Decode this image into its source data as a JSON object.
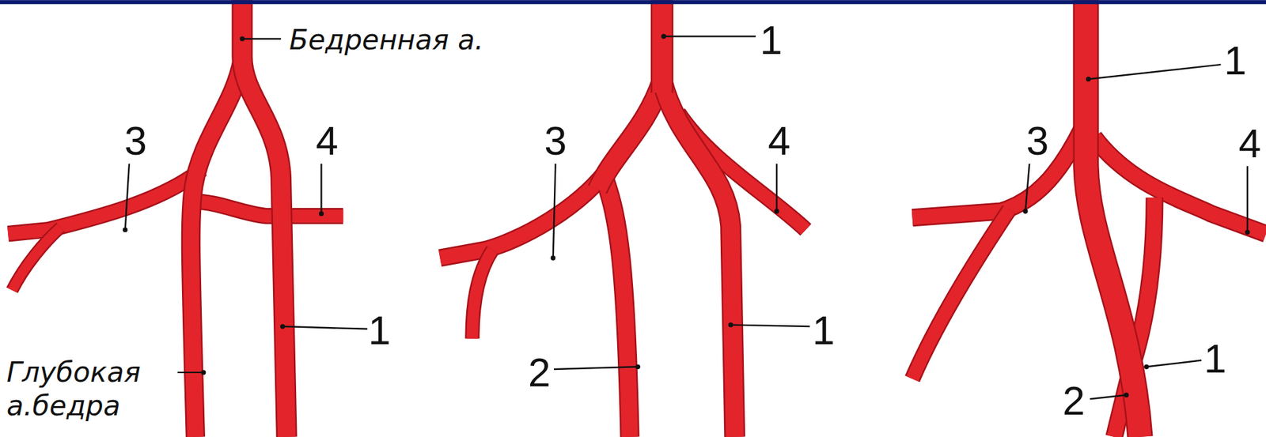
{
  "diagram": {
    "labels": [
      "Бедренная а.",
      "Глубокая а.бедра",
      "3",
      "4",
      "1",
      "1",
      "3",
      "4",
      "2",
      "1",
      "1",
      "3",
      "4",
      "1",
      "2"
    ]
  }
}
